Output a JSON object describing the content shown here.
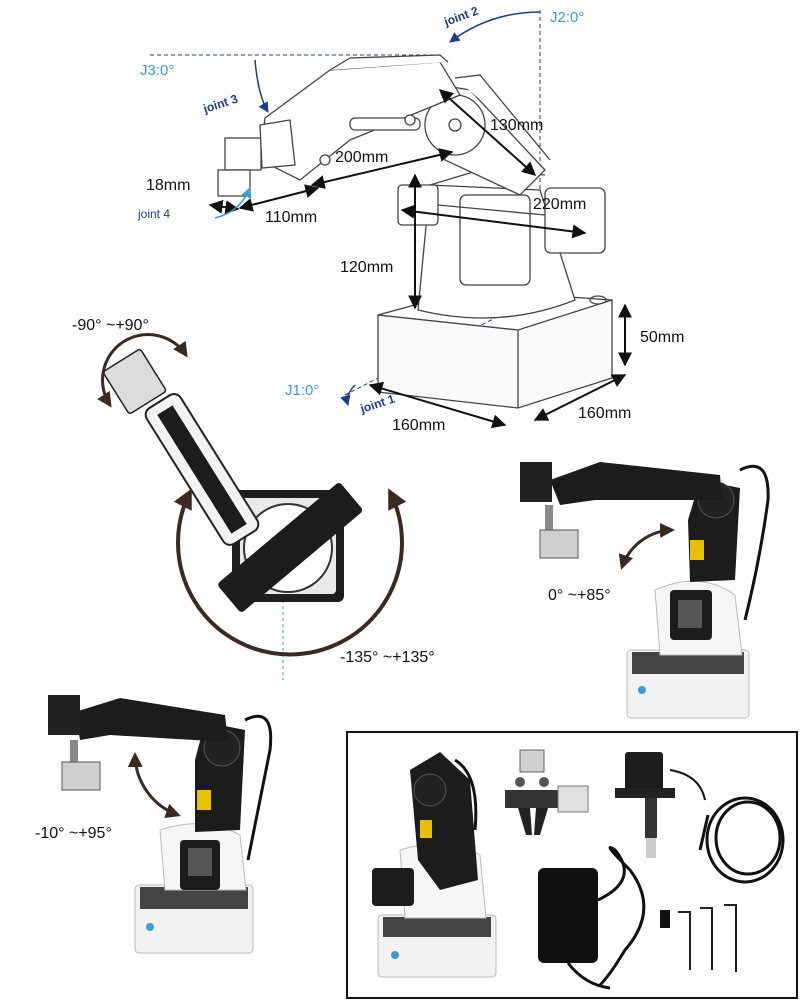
{
  "diagram": {
    "joints": {
      "joint1": "joint 1",
      "joint2": "joint 2",
      "joint3": "joint 3",
      "joint4": "joint 4"
    },
    "zero_angles": {
      "j1": "J1:0°",
      "j2": "J2:0°",
      "j3": "J3:0°"
    },
    "dimensions": {
      "d130": "130mm",
      "d200": "200mm",
      "d18": "18mm",
      "d110": "110mm",
      "d220": "220mm",
      "d120": "120mm",
      "d50": "50mm",
      "d160a": "160mm",
      "d160b": "160mm"
    },
    "ranges": {
      "wrist": "-90°  ~+90°",
      "base": "-135°  ~+135°",
      "shoulder": "0°  ~+85°",
      "elbow": "-10°  ~+95°"
    },
    "colors": {
      "dim_arrow": "#111111",
      "joint_label": "#1f3c88",
      "zero_angle": "#3a9bd6",
      "robot_body": "#1c1c1c",
      "robot_base": "#f2f2f2",
      "rotation_arrow": "#3b2a22"
    }
  }
}
